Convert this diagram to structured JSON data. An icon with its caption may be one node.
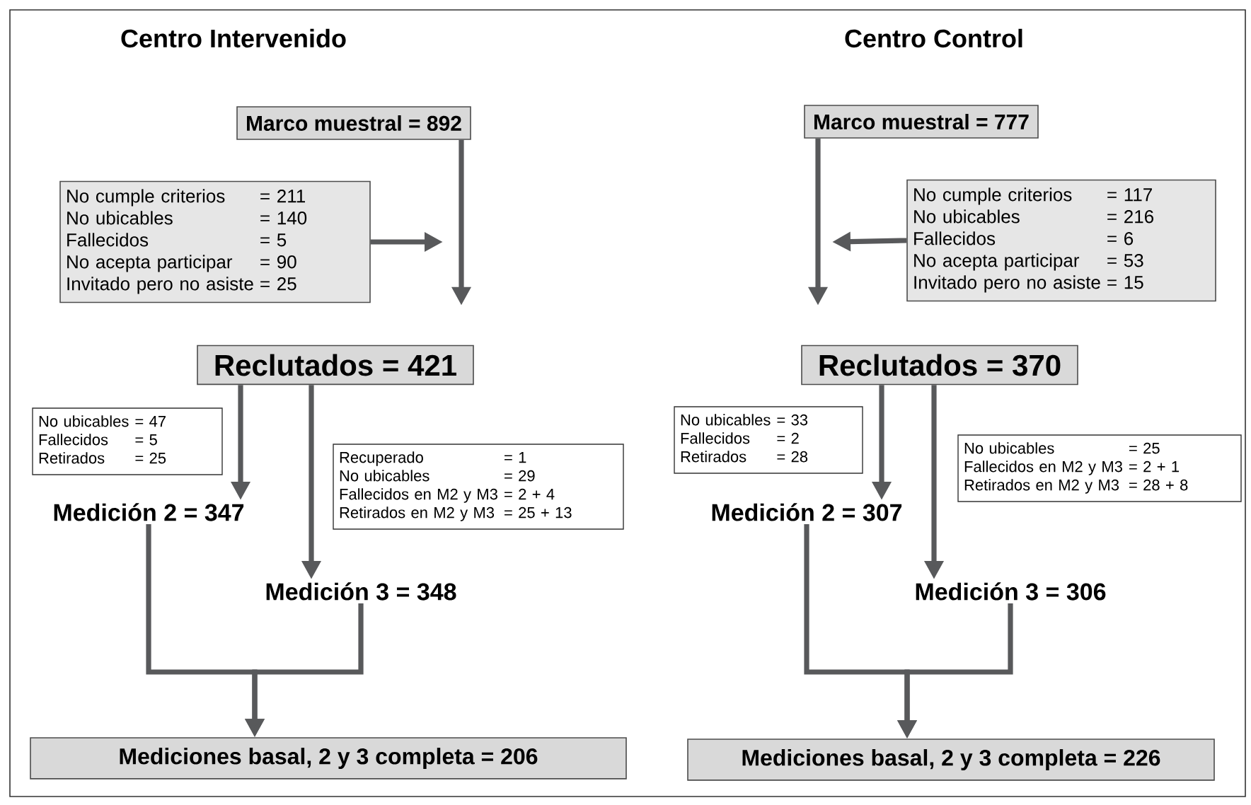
{
  "diagram": {
    "nodes": [
      {
        "text": [
          "Marco muestral = 892"
        ]
      },
      {
        "text": [
          "No cumple criterios",
          "= 211",
          "No ubicables",
          "= 140",
          "Fallecidos",
          "=     5",
          "No acepta participar",
          "=   90",
          "Invitado pero no asiste",
          "=   25"
        ]
      },
      {
        "text": [
          "Reclutados = 421"
        ]
      },
      {
        "text": [
          "No ubicables",
          "= 47",
          "Fallecidos",
          "=   5",
          "Retirados",
          "= 25"
        ]
      },
      {
        "text": [
          "Medición 2 = 347"
        ]
      },
      {
        "text": [
          "Recuperado",
          "=   1",
          "No ubicables",
          "= 29",
          "Fallecidos en M2 y M3",
          "= 2 + 4",
          "Retirados en M2 y M3",
          "= 25 + 13"
        ]
      },
      {
        "text": [
          "Medición 3 = 348"
        ]
      },
      {
        "text": [
          "Mediciones basal, 2 y 3 completa = 206"
        ]
      },
      {
        "text": [
          "Marco muestral = 777"
        ]
      },
      {
        "text": [
          "No cumple criterios",
          "= 117",
          "No ubicables",
          "= 216",
          "Fallecidos",
          "=     6",
          "No acepta participar",
          "=   53",
          "Invitado pero no asiste",
          "=   15"
        ]
      },
      {
        "text": [
          "Reclutados = 370"
        ]
      },
      {
        "text": [
          "No ubicables",
          "= 33",
          "Fallecidos",
          "=   2",
          "Retirados",
          "= 28"
        ]
      },
      {
        "text": [
          "Medición 2 = 307"
        ]
      },
      {
        "text": [
          "No ubicables",
          "= 25",
          "Fallecidos en M2 y M3",
          "= 2 + 1",
          "Retirados en M2 y M3",
          "= 28 + 8"
        ]
      },
      {
        "text": [
          "Medición 3 = 306"
        ]
      },
      {
        "text": [
          "Mediciones basal, 2 y 3 completa = 226"
        ]
      }
    ],
    "edges": [
      {
        "from": 0,
        "to": 2,
        "arrow": "to"
      },
      {
        "from": 1,
        "to": null,
        "arrow": "to"
      },
      {
        "from": 2,
        "to": 4,
        "arrow": "to"
      },
      {
        "from": 2,
        "to": 6,
        "arrow": "to"
      },
      {
        "from": 4,
        "to": 7,
        "arrow": "to"
      },
      {
        "from": 6,
        "to": 7,
        "arrow": "to"
      },
      {
        "from": 8,
        "to": 10,
        "arrow": "to"
      },
      {
        "from": 9,
        "to": null,
        "arrow": "to"
      },
      {
        "from": 10,
        "to": 12,
        "arrow": "to"
      },
      {
        "from": 10,
        "to": 14,
        "arrow": "to"
      },
      {
        "from": 12,
        "to": 15,
        "arrow": "to"
      },
      {
        "from": 14,
        "to": 15,
        "arrow": "to"
      }
    ],
    "labels": [
      "Centro Intervenido",
      "Centro Control"
    ]
  }
}
